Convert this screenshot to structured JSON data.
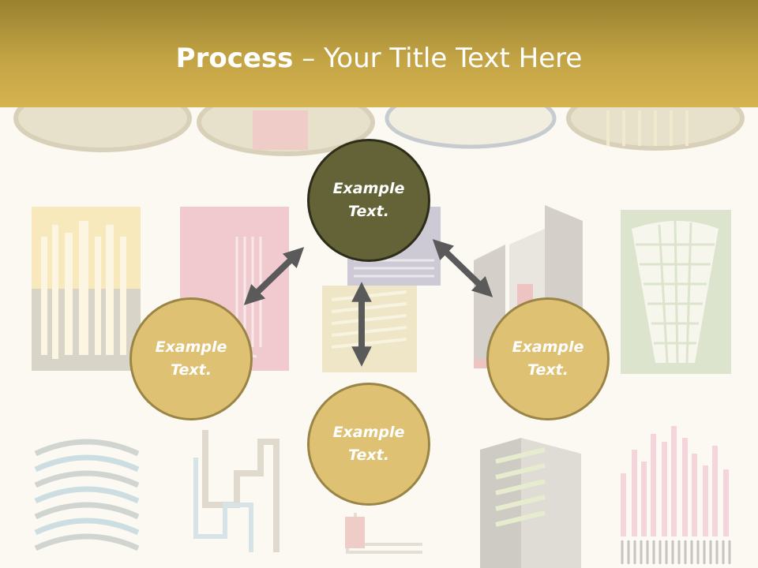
{
  "slide": {
    "title_bold": "Process",
    "title_sep": " – ",
    "title_rest": "Your Title Text Here"
  },
  "diagram": {
    "center": {
      "label": "Example\nText."
    },
    "left": {
      "label": "Example\nText."
    },
    "right": {
      "label": "Example\nText."
    },
    "bottom": {
      "label": "Example\nText."
    }
  },
  "colors": {
    "title_bar": "#c3a445",
    "node_gold": "#dfc173",
    "node_dark": "#636337",
    "arrow": "#5a5a5a"
  }
}
